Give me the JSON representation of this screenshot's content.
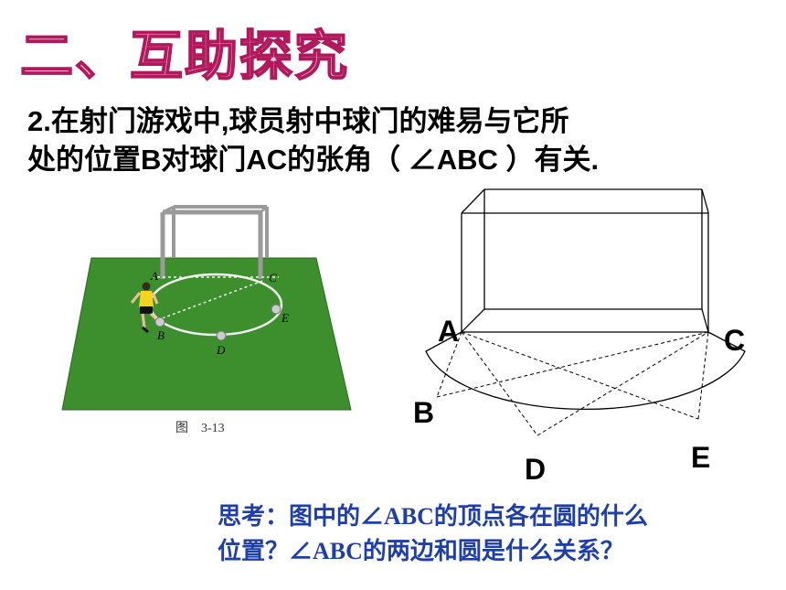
{
  "slide": {
    "title": "二、互助探究",
    "problem_line1": "2.在射门游戏中,球员射中球门的难易与它所",
    "problem_line2": "处的位置B对球门AC的张角（ ∠ABC ）有关.",
    "think_line1": "思考：图中的∠ABC的顶点各在圆的什么",
    "think_line2": "位置？∠ABC的两边和圆是什么关系？"
  },
  "photo": {
    "caption": "图　3-13",
    "labels": {
      "A": "A",
      "B": "B",
      "C": "C",
      "D": "D",
      "E": "E"
    },
    "field_color": "#3c8f2c"
  },
  "diagram": {
    "labels": {
      "A": "A",
      "B": "B",
      "C": "C",
      "D": "D",
      "E": "E"
    }
  }
}
